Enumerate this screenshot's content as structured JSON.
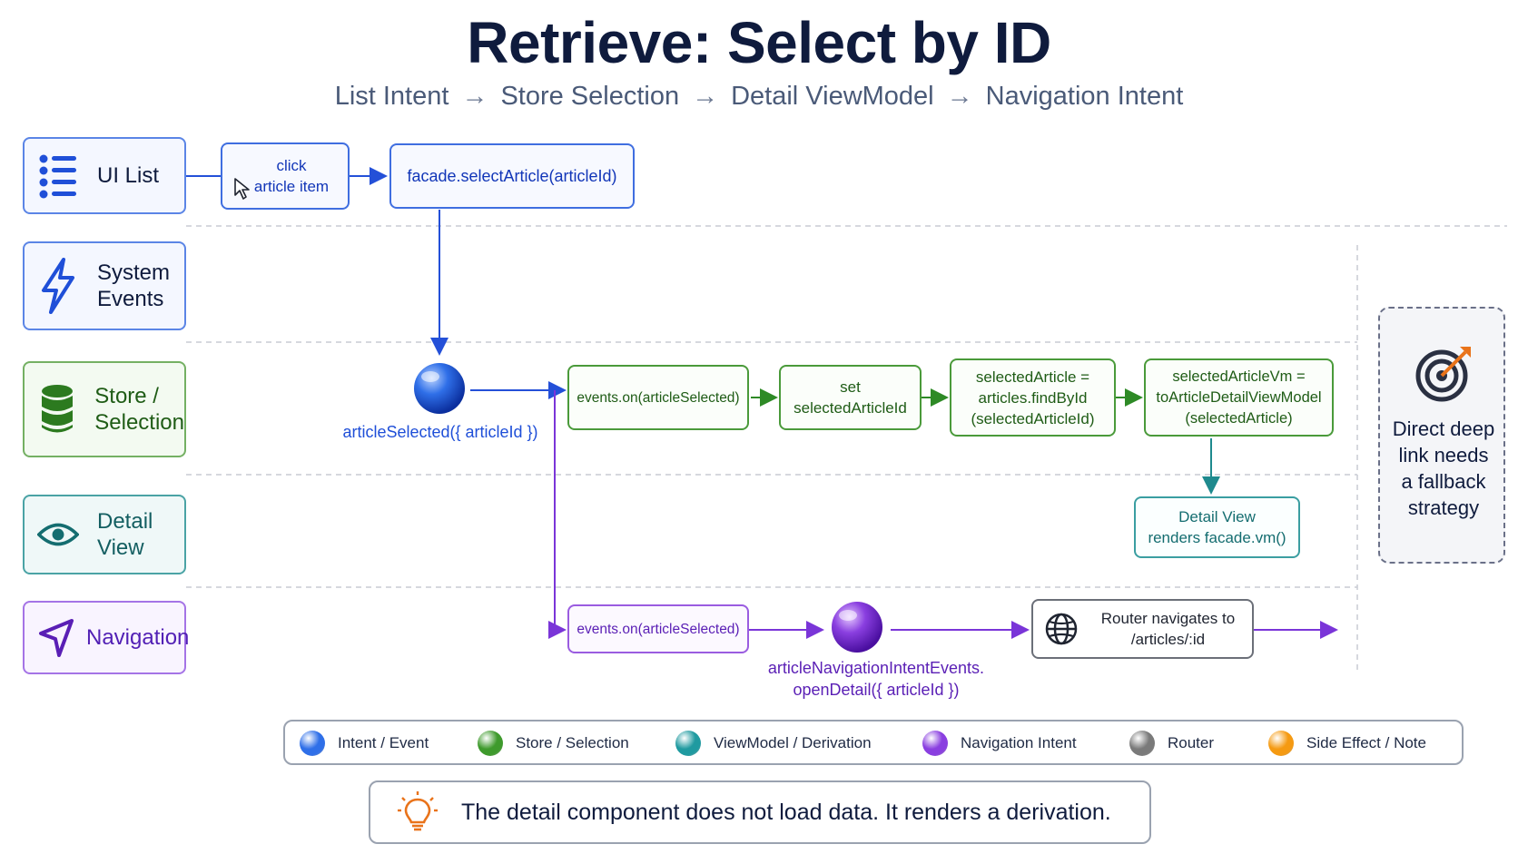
{
  "title": "Retrieve: Select by ID",
  "subtitle": {
    "steps": [
      "List Intent",
      "Store Selection",
      "Detail ViewModel",
      "Navigation Intent"
    ],
    "arrow": "→"
  },
  "lanes": {
    "ui_list": "UI List",
    "system_events_1": "System",
    "system_events_2": "Events",
    "store_1": "Store /",
    "store_2": "Selection",
    "detail_1": "Detail",
    "detail_2": "View",
    "navigation": "Navigation"
  },
  "nodes": {
    "click_1": "click",
    "click_2": "article item",
    "select_article": "facade.selectArticle(articleId)",
    "article_selected_event": "articleSelected({ articleId })",
    "events_on_store": "events.on(articleSelected)",
    "set_1": "set",
    "set_2": "selectedArticleId",
    "find_1": "selectedArticle =",
    "find_2": "articles.findById",
    "find_3": "(selectedArticleId)",
    "vm_1": "selectedArticleVm =",
    "vm_2": "toArticleDetailViewModel",
    "vm_3": "(selectedArticle)",
    "detail_1": "Detail View",
    "detail_2": "renders facade.vm()",
    "events_on_nav": "events.on(articleSelected)",
    "nav_event_1": "articleNavigationIntentEvents.",
    "nav_event_2": "openDetail({ articleId })",
    "router_1": "Router navigates to",
    "router_2": "/articles/:id"
  },
  "side_note": [
    "Direct deep",
    "link needs",
    "a fallback",
    "strategy"
  ],
  "legend": [
    {
      "label": "Intent / Event",
      "color": "#2f6fe8"
    },
    {
      "label": "Store / Selection",
      "color": "#3e9a2c"
    },
    {
      "label": "ViewModel / Derivation",
      "color": "#1f9aa0"
    },
    {
      "label": "Navigation Intent",
      "color": "#8a3fe0"
    },
    {
      "label": "Router",
      "color": "#7a7a7a"
    },
    {
      "label": "Side Effect / Note",
      "color": "#f59a12"
    }
  ],
  "footer_note": "The detail component does not load data. It renders a derivation.",
  "icons": {
    "ui_list": "list-icon",
    "system_events": "lightning-icon",
    "store": "database-icon",
    "detail": "eye-icon",
    "navigation": "navigation-arrow-icon",
    "cursor": "cursor-icon",
    "router": "globe-icon",
    "side": "target-icon",
    "note": "lightbulb-icon"
  }
}
